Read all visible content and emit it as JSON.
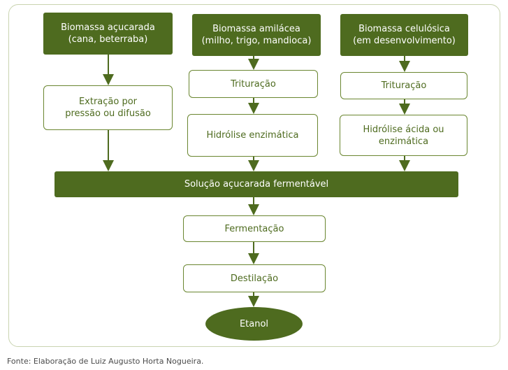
{
  "colors": {
    "dark_green": "#4e6b1f",
    "line_green": "#6a8630",
    "frame": "#c9d3b0"
  },
  "nodes": {
    "sugar_biomass": "Biomassa açucarada\n(cana, beterraba)",
    "starch_biomass": "Biomassa amilácea\n(milho, trigo, mandioca)",
    "cellulose_biomass": "Biomassa celulósica\n(em desenvolvimento)",
    "extraction": "Extração por\npressão ou difusão",
    "grinding_starch": "Trituração",
    "grinding_cellulose": "Trituração",
    "enzymatic_hydrolysis": "Hidrólise enzimática",
    "acid_hydrolysis": "Hidrólise ácida ou\nenzimática",
    "sugar_solution": "Solução açucarada fermentável",
    "fermentation": "Fermentação",
    "distillation": "Destilação",
    "ethanol": "Etanol"
  },
  "caption": "Fonte: Elaboração de Luiz Augusto Horta Nogueira."
}
